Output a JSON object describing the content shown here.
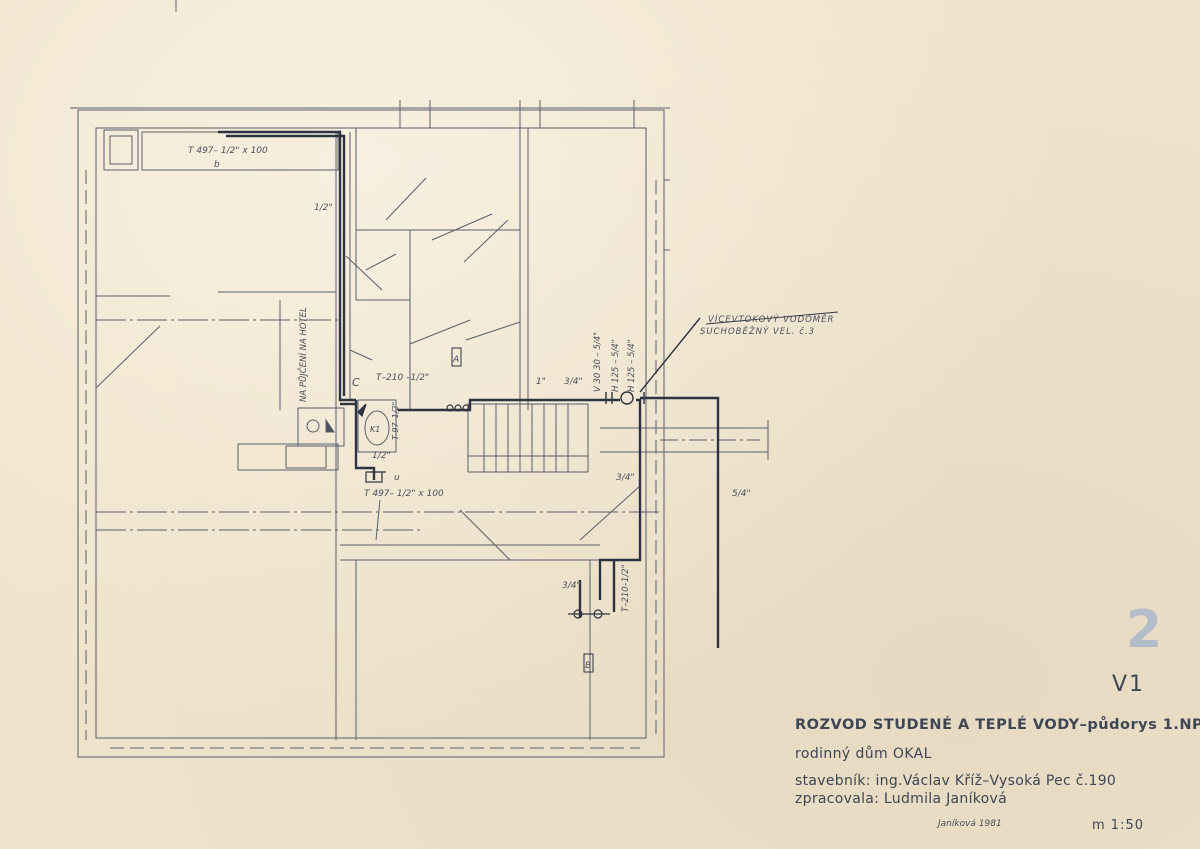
{
  "drawing": {
    "title": "ROZVOD STUDENÉ A TEPLÉ VODY–půdorys 1.NP",
    "house": "rodinný dům OKAL",
    "investor": "stavebník: ing.Václav Kříž–Vysoká Pec č.190",
    "author": "zpracovala: Ludmila Janíková",
    "scale": "m 1:50",
    "sheet_number": "2",
    "sheet_code": "V1"
  },
  "annotations": {
    "pipe_top": "T 497– 1/2\" x 100",
    "pipe_top_b": "b",
    "half_inch_1": "1/2\"",
    "half_inch_2": "1/2\"",
    "to_hotel": "NA PŮJČENÍ NA HOTEL",
    "t210_upper": "T–210 –1/2\"",
    "t97": "T 97–1/2\"",
    "marker_c": "C",
    "marker_u": "u",
    "kk": "K1",
    "pipe_bottom": "T 497– 1/2\" x 100",
    "inch_1": "1\"",
    "three_quarter_1": "3/4\"",
    "three_quarter_2": "3/4\"",
    "three_quarter_3": "3/4\"",
    "v3030": "V 30 30 – 5/4\"",
    "h125_a": "H 125 – 5/4\"",
    "h125_b": "H 125 – 5/4\"",
    "meter_line1": "VÍCEVTOKOVÝ VODOMĚR",
    "meter_line2": "SUCHOBĚŽNÝ VEL. č.3",
    "five_quarter": "5/4\"",
    "t210_lower": "T–210–1/2\"",
    "section_a": "A",
    "section_b": "B",
    "signature": "Janíková 1981"
  }
}
